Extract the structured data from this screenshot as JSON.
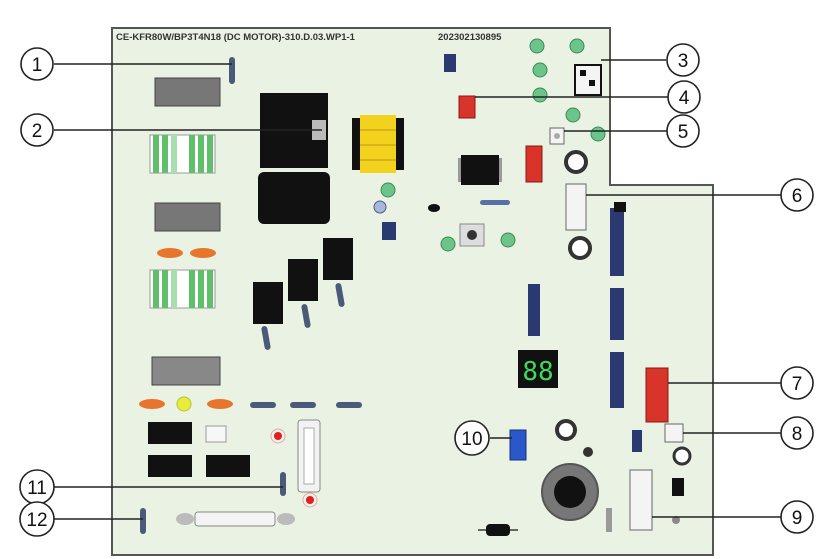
{
  "board": {
    "model_text": "CE-KFR80W/BP3T4N18 (DC MOTOR)-310.D.03.WP1-1",
    "serial_text": "202302130895",
    "display_digits": "88"
  },
  "callouts": [
    {
      "id": "1",
      "label": "1"
    },
    {
      "id": "2",
      "label": "2"
    },
    {
      "id": "3",
      "label": "3"
    },
    {
      "id": "4",
      "label": "4"
    },
    {
      "id": "5",
      "label": "5"
    },
    {
      "id": "6",
      "label": "6"
    },
    {
      "id": "7",
      "label": "7"
    },
    {
      "id": "8",
      "label": "8"
    },
    {
      "id": "9",
      "label": "9"
    },
    {
      "id": "10",
      "label": "10"
    },
    {
      "id": "11",
      "label": "11"
    },
    {
      "id": "12",
      "label": "12"
    }
  ],
  "colors": {
    "board": "#eaf2e4",
    "board_edge": "#555555",
    "relay": "#111111",
    "red_connector": "#d8342a",
    "blue_jumper": "#2a58c8",
    "green_pad": "#6cc48a",
    "transformer": "#f2d21c"
  }
}
